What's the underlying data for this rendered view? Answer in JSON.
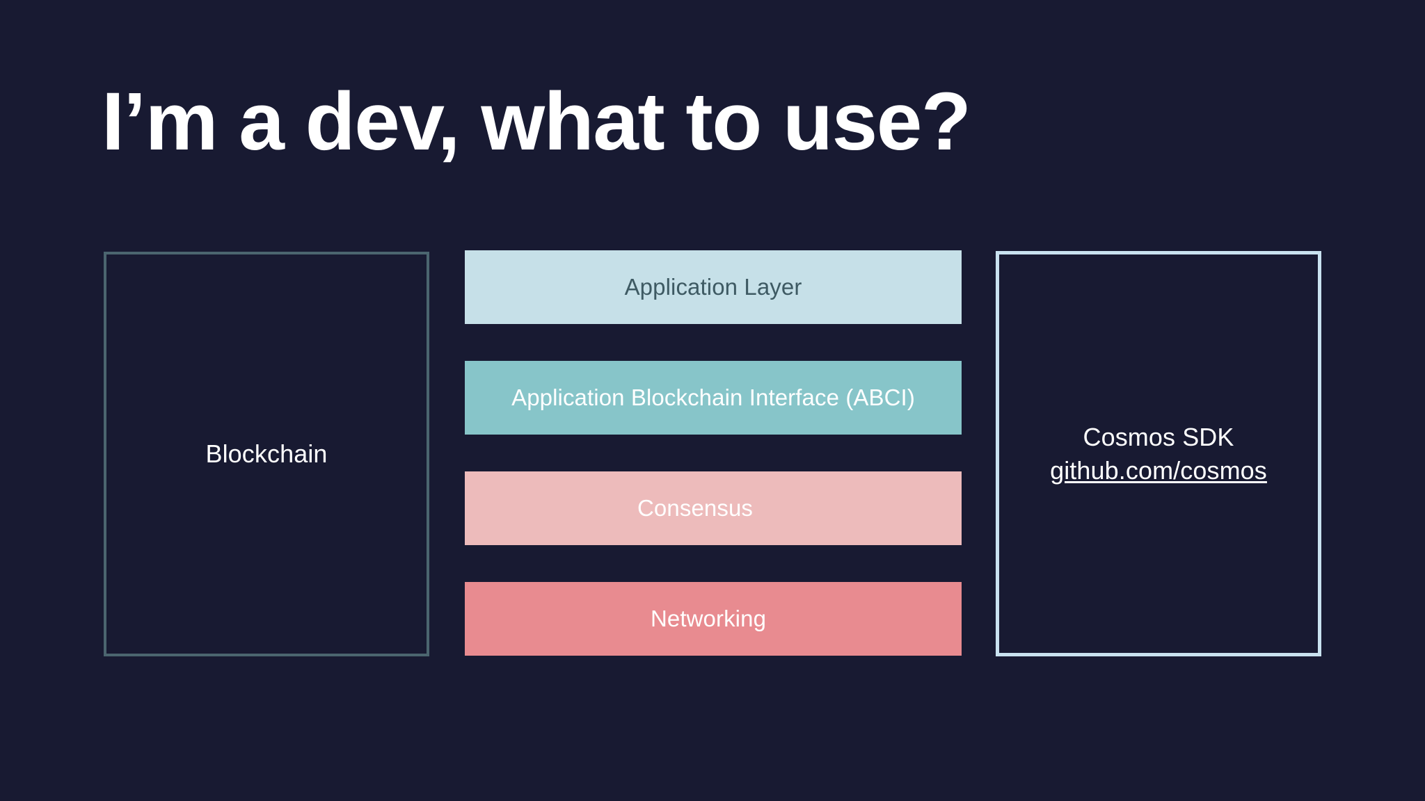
{
  "slide": {
    "title": "I’m a dev, what to use?",
    "background_color": "#181a32"
  },
  "left_panel": {
    "label": "Blockchain",
    "border_color": "#4b656f"
  },
  "stack": {
    "layers": [
      {
        "label": "Application Layer",
        "fill": "#c6e0e8",
        "text_color": "#3e5a63"
      },
      {
        "label": "Application Blockchain Interface (ABCI)",
        "fill": "#87c5c9",
        "text_color": "#ffffff"
      },
      {
        "label": "Consensus",
        "fill": "#edbbbb",
        "text_color": "#ffffff"
      },
      {
        "label": "Networking",
        "fill": "#e88b90",
        "text_color": "#ffffff"
      }
    ]
  },
  "right_panel": {
    "title": "Cosmos SDK",
    "link": "github.com/cosmos",
    "border_color": "#c9e2f0"
  }
}
